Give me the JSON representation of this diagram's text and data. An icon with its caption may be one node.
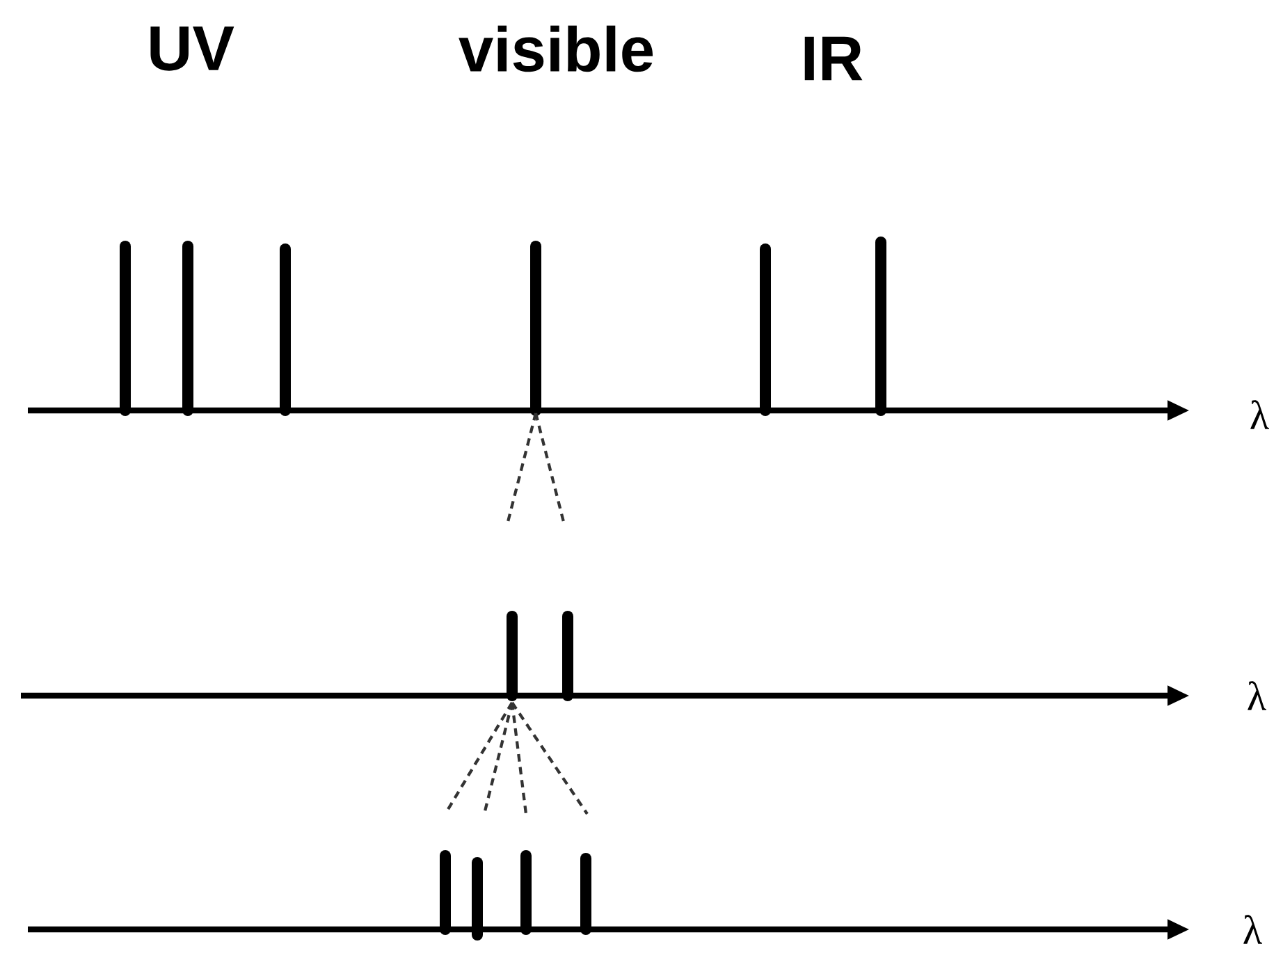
{
  "diagram": {
    "labels": [
      "UV",
      "visible",
      "IR",
      "λ",
      "λ",
      "λ"
    ]
  }
}
